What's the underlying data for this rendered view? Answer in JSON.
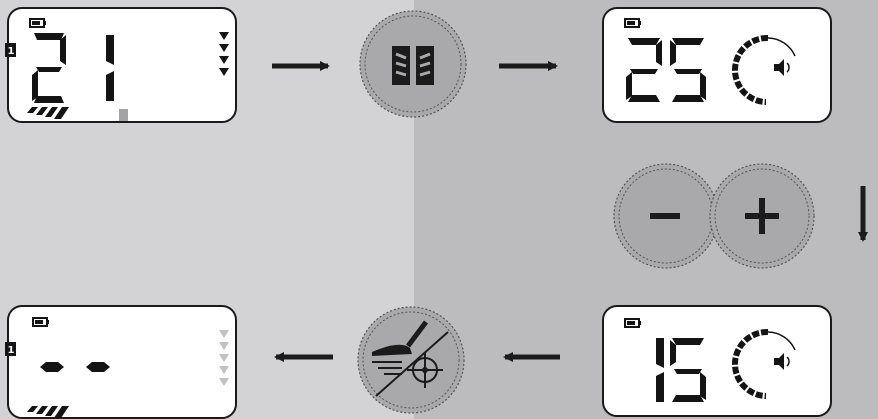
{
  "screens": {
    "top_left": {
      "digits": "21",
      "mode_number": "1",
      "arrow_count": 4
    },
    "top_right": {
      "digits": "25"
    },
    "bottom_right": {
      "digits": "15"
    },
    "bottom_left": {
      "digits": "- -",
      "mode_number": "1",
      "arrow_count": 5
    }
  },
  "buttons": {
    "menu": {
      "icon": "open-book-icon"
    },
    "minus": {
      "symbol": "−"
    },
    "plus": {
      "symbol": "+"
    },
    "pinpoint": {
      "icon": "coil-target-icon"
    }
  },
  "colors": {
    "lcd_bg": "#ffffff",
    "lcd_border": "#1a1a1a",
    "segment": "#141414",
    "button_fill": "#a9a9ab",
    "arrow": "#1b1b1b"
  }
}
